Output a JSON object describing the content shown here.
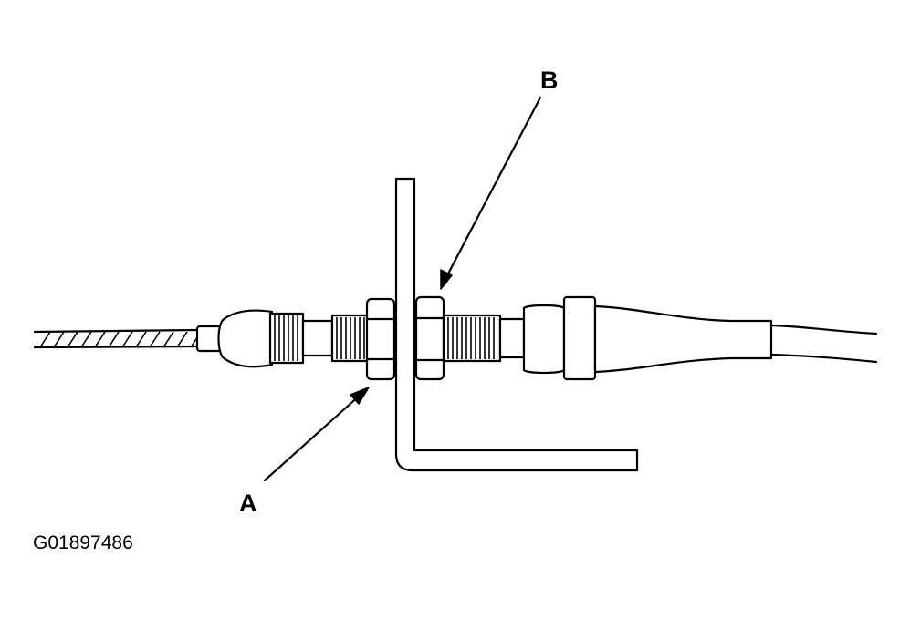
{
  "labels": {
    "a": "A",
    "b": "B"
  },
  "figure_code": "G01897486",
  "colors": {
    "ink": "#000000",
    "background": "#ffffff"
  }
}
